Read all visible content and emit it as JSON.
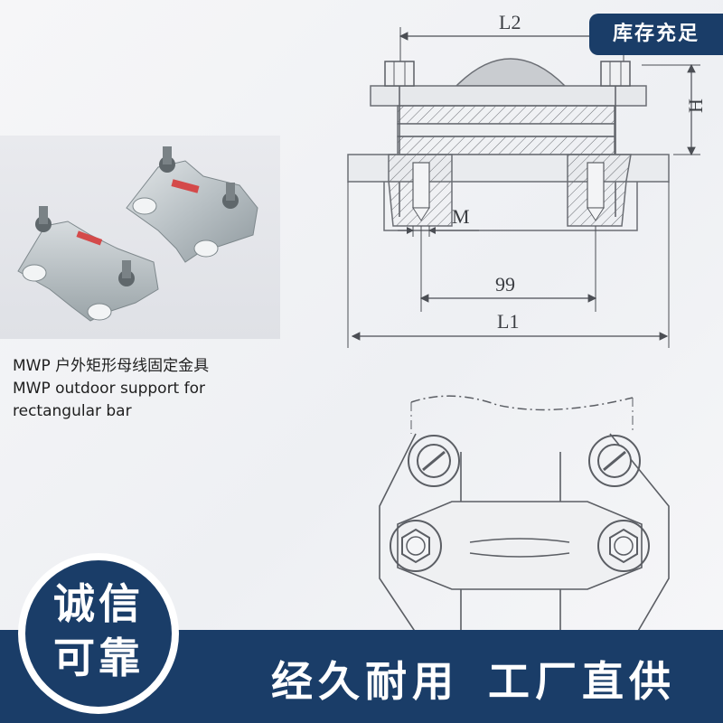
{
  "badge": {
    "label": "库存充足"
  },
  "product": {
    "caption_cn": "MWP 户外矩形母线固定金具",
    "caption_en_line1": "MWP outdoor support for",
    "caption_en_line2": "rectangular bar"
  },
  "drawing": {
    "dim_l2": "L2",
    "dim_h": "H",
    "dim_m": "M",
    "dim_99": "99",
    "dim_l1": "L1"
  },
  "footer": {
    "seal_line1": "诚信",
    "seal_line2": "可靠",
    "slogan_left": "经久耐用",
    "slogan_right": "工厂直供"
  },
  "colors": {
    "brand_navy": "#1a3d68",
    "line_gray": "#6b6e74",
    "metal": "#b9c0c4"
  }
}
